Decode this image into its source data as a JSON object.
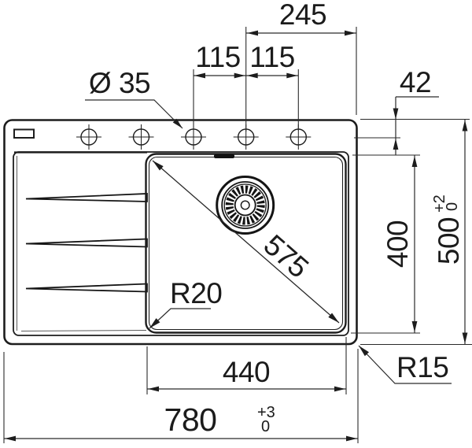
{
  "drawing": {
    "title": "Kitchen sink dimensional drawing",
    "colors": {
      "line": "#1d1d1d",
      "thin_line": "#5a5a5a",
      "background": "#ffffff"
    },
    "features": {
      "tap_hole_count": 5,
      "drainer_groove_count": 3
    }
  },
  "dims": {
    "hole4_to_right_edge": "245",
    "hole_spacing_left": "115",
    "hole_spacing_right": "115",
    "tap_hole_diameter": "Ø 35",
    "edge_to_tap_holes": "42",
    "bowl_diagonal": "575",
    "bowl_depth": "400",
    "overall_depth": "500",
    "overall_depth_tol_plus": "+2",
    "overall_depth_tol_minus": "0",
    "bowl_corner_radius": "R20",
    "bowl_width": "440",
    "overall_width": "780",
    "overall_width_tol_plus": "+3",
    "overall_width_tol_minus": "0",
    "outer_corner_radius": "R15"
  }
}
